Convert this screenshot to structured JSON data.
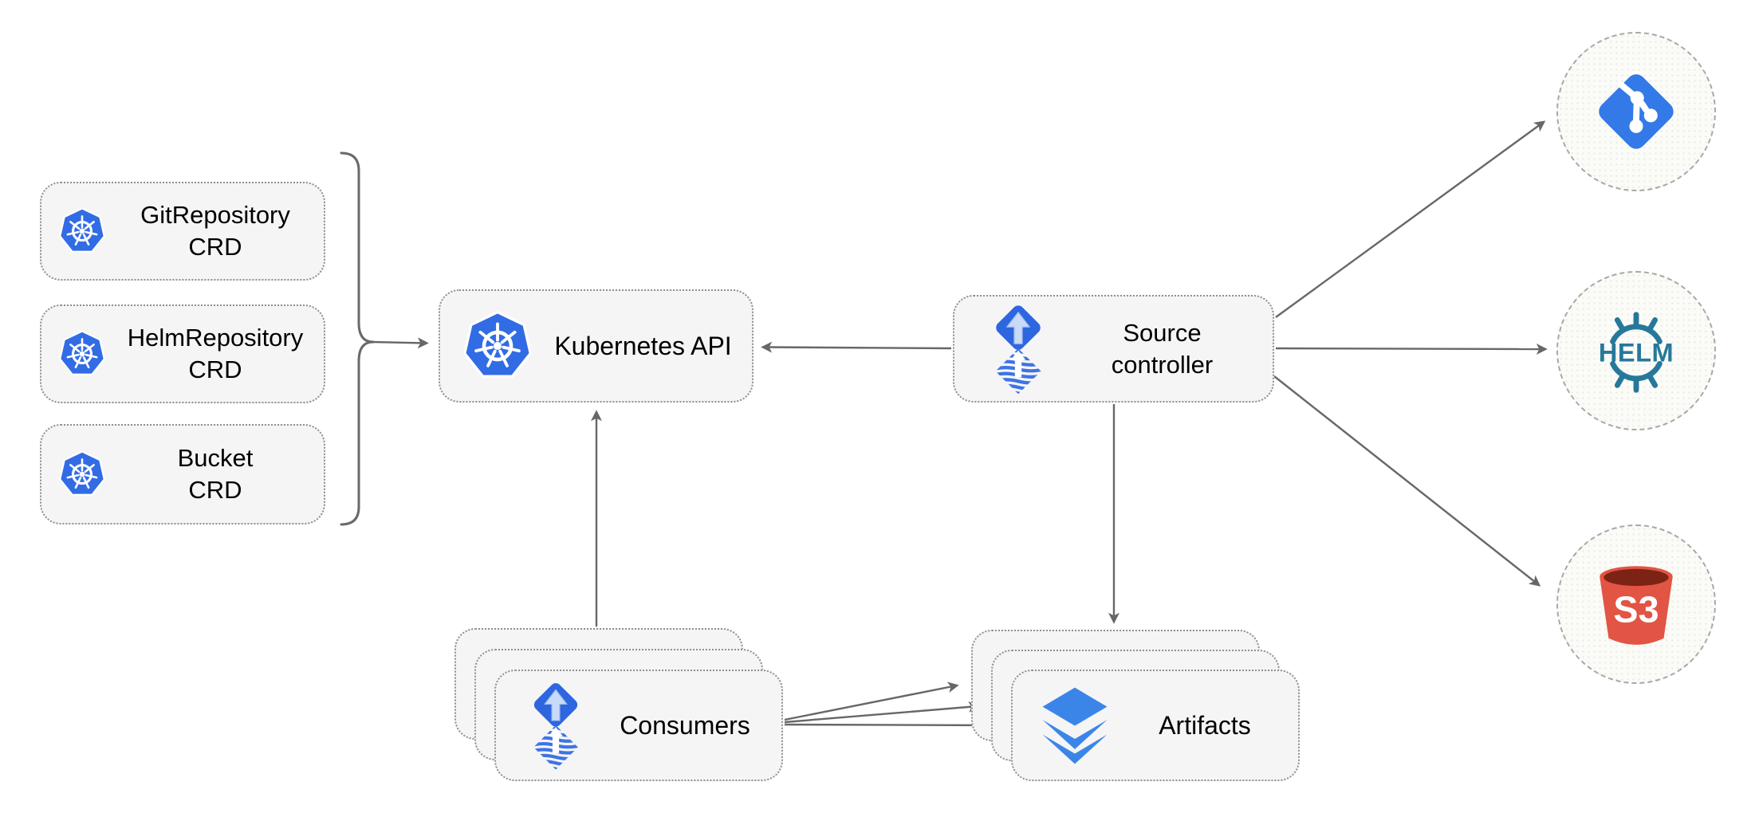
{
  "diagram": {
    "name": "flux-source-controller-architecture",
    "nodes": {
      "git_crd": {
        "line1": "GitRepository",
        "line2": "CRD"
      },
      "helm_crd": {
        "line1": "HelmRepository",
        "line2": "CRD"
      },
      "bucket_crd": {
        "line1": "Bucket",
        "line2": "CRD"
      },
      "kubernetes_api": {
        "label": "Kubernetes API"
      },
      "source_controller": {
        "line1": "Source",
        "line2": "controller"
      },
      "consumers": {
        "label": "Consumers",
        "stack_count": 3
      },
      "artifacts": {
        "label": "Artifacts",
        "stack_count": 3
      },
      "git_remote": {
        "icon": "git-icon"
      },
      "helm_registry": {
        "icon": "helm-icon",
        "label": "HELM"
      },
      "s3_bucket": {
        "icon": "s3-bucket-icon",
        "label": "S3"
      }
    },
    "edges": [
      {
        "from": "crd-bracket",
        "to": "kubernetes-api"
      },
      {
        "from": "source-controller",
        "to": "kubernetes-api"
      },
      {
        "from": "consumers",
        "to": "kubernetes-api"
      },
      {
        "from": "source-controller",
        "to": "git-remote"
      },
      {
        "from": "source-controller",
        "to": "helm-registry"
      },
      {
        "from": "source-controller",
        "to": "s3-bucket"
      },
      {
        "from": "source-controller",
        "to": "artifacts"
      },
      {
        "from": "consumers",
        "to": "artifacts-back"
      },
      {
        "from": "consumers",
        "to": "artifacts-middle"
      },
      {
        "from": "consumers",
        "to": "artifacts-front"
      }
    ],
    "colors": {
      "kubernetes_blue": "#326CE5",
      "flux_blue": "#2D66DF",
      "flux_stripe_blue": "#3E73E6",
      "layers_blue": "#3C85E8",
      "git_blue": "#3379E8",
      "helm_teal": "#26789B",
      "s3_red": "#E25444",
      "s3_dark_red": "#7C2316",
      "arrow_gray": "#676767",
      "box_fill": "#F5F5F5",
      "box_border": "#8F8F8F"
    }
  }
}
